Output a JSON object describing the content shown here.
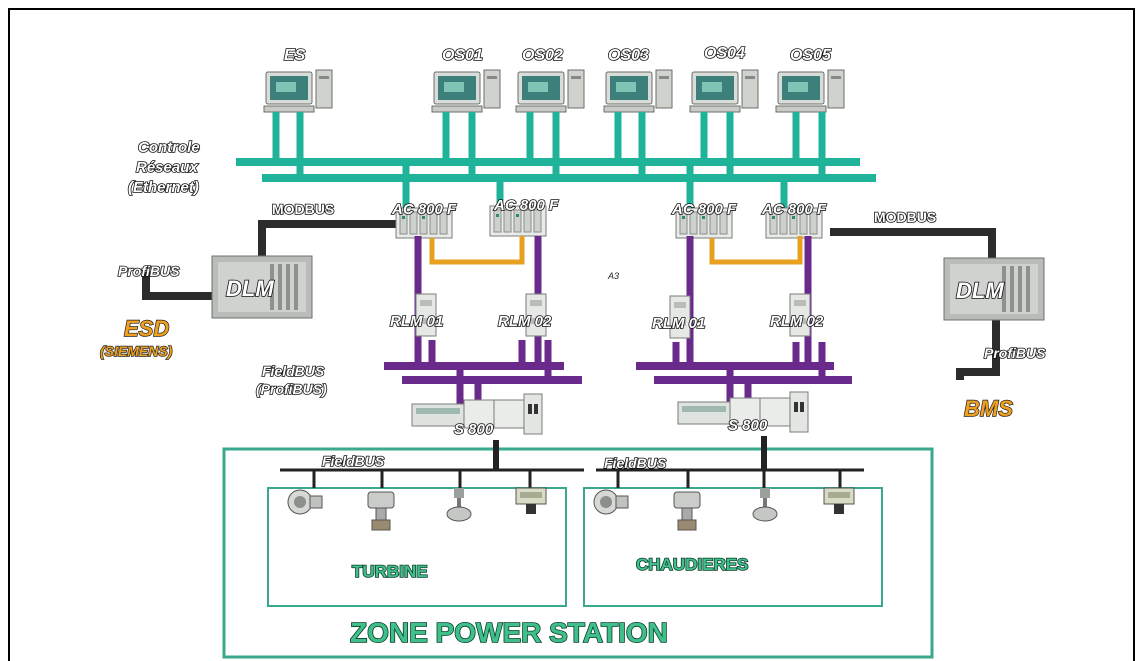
{
  "workstations": {
    "es": "ES",
    "os01": "OS01",
    "os02": "OS02",
    "os03": "OS03",
    "os04": "OS04",
    "os05": "OS05"
  },
  "network": {
    "controle": "Controle",
    "reseaux": "Réseaux",
    "ethernet": "(Ethernet)"
  },
  "controllers": {
    "ac1": "AC 800 F",
    "ac2": "AC 800 F",
    "ac3": "AC 800 F",
    "ac4": "AC 800 F"
  },
  "modbus": {
    "left": "MODBUS",
    "right": "MODBUS"
  },
  "profibus": {
    "left": "ProfiBUS",
    "right": "ProfiBUS"
  },
  "dlm": {
    "left": "DLM",
    "right": "DLM"
  },
  "esd": {
    "title": "ESD",
    "sub": "(SIEMENS)"
  },
  "bms": "BMS",
  "rlm": {
    "l1": "RLM 01",
    "l2": "RLM 02",
    "r1": "RLM 01",
    "r2": "RLM 02"
  },
  "marker": "A3",
  "fieldbus_profibus": {
    "line1": "FieldBUS",
    "line2": "(ProfiBUS)"
  },
  "s800": {
    "left": "S 800",
    "right": "S 800"
  },
  "fieldbus": {
    "left": "FieldBUS",
    "right": "FieldBUS"
  },
  "zones": {
    "turbine": "TURBINE",
    "chaudieres": "CHAUDIERES",
    "station": "ZONE POWER STATION"
  },
  "colors": {
    "ethernet": "#1fb39a",
    "profibus_purple": "#6a2a8c",
    "redundancy": "#e8a020",
    "modbus_dark": "#2c2c2c",
    "zone_border": "#3aa88e",
    "label_orange": "#f0a020"
  }
}
